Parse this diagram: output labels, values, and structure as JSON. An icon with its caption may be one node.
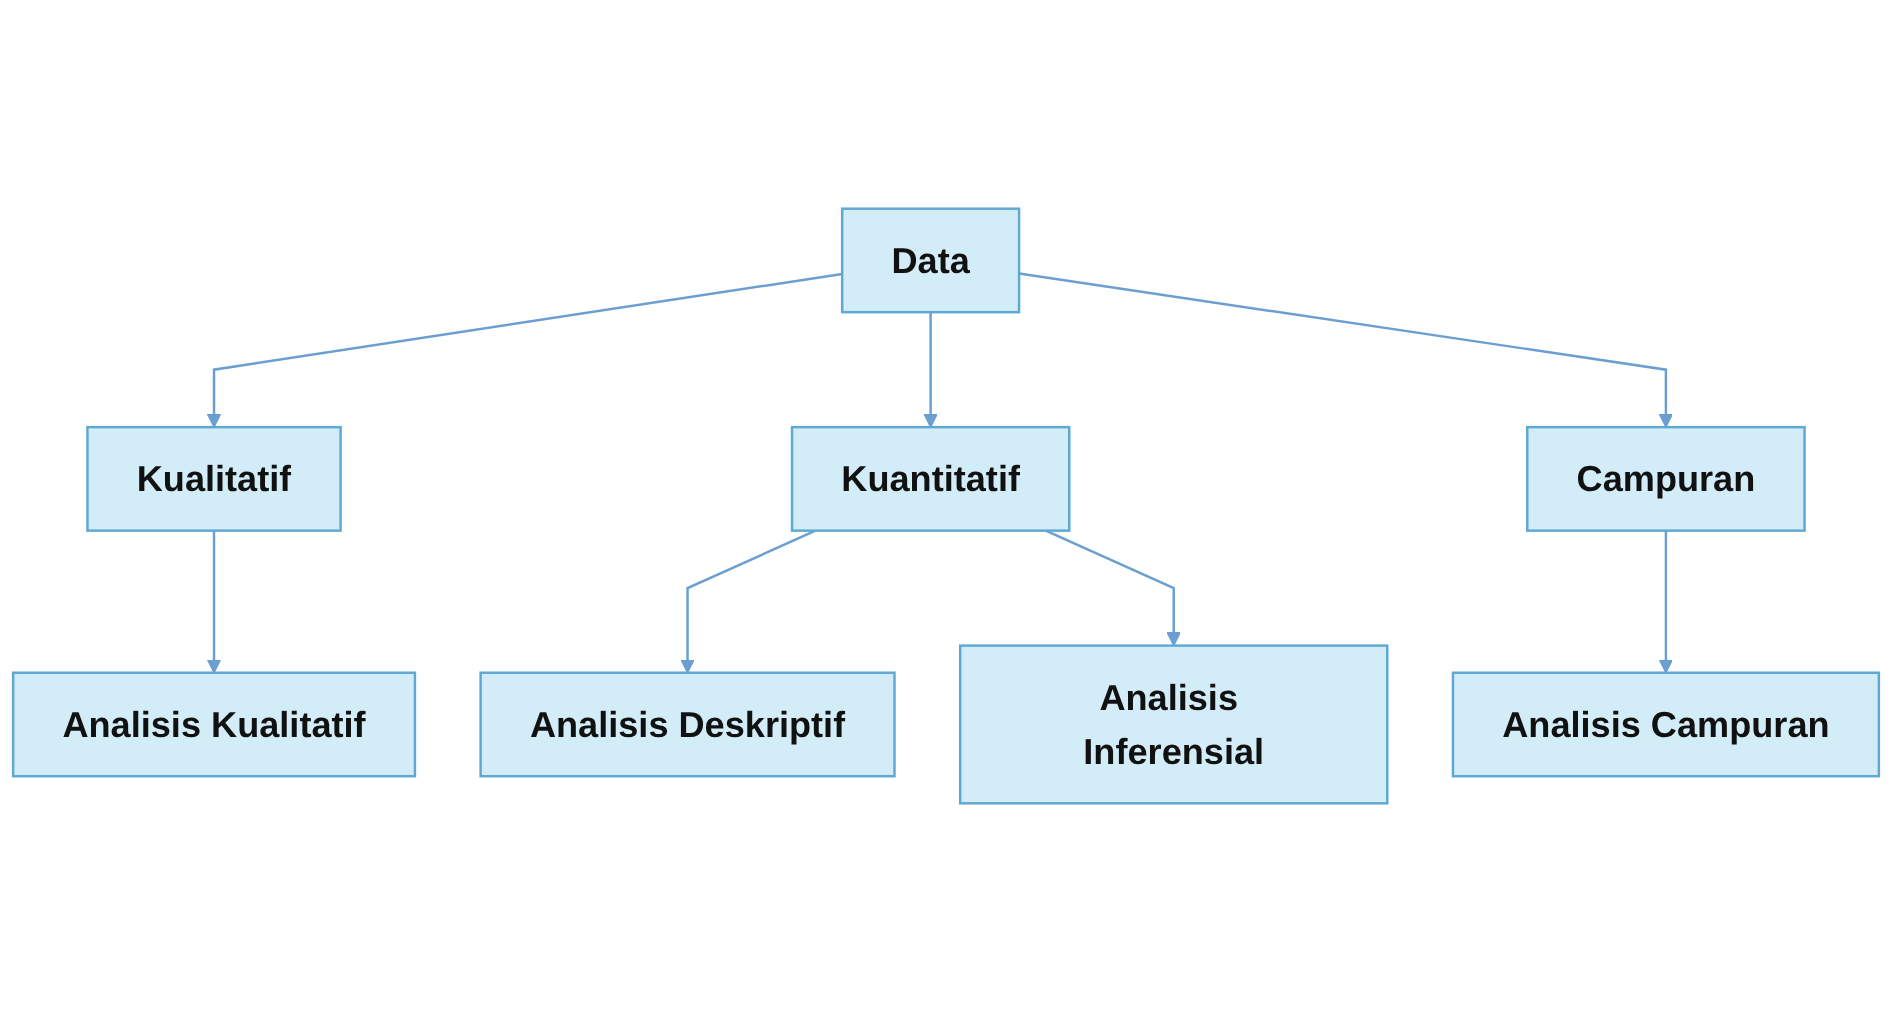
{
  "diagram": {
    "nodes": [
      {
        "text": [
          "Data"
        ]
      },
      {
        "text": [
          "Kualitatif"
        ]
      },
      {
        "text": [
          "Kuantitatif"
        ]
      },
      {
        "text": [
          "Campuran"
        ]
      },
      {
        "text": [
          "Analisis Kualitatif"
        ]
      },
      {
        "text": [
          "Analisis Deskriptif"
        ]
      },
      {
        "text": [
          "Analisis Inferensial"
        ]
      },
      {
        "text": [
          "Analisis Campuran"
        ]
      }
    ],
    "edges": [
      {
        "from": 0,
        "to": 1,
        "arrow": "to"
      },
      {
        "from": 0,
        "to": 2,
        "arrow": "to"
      },
      {
        "from": 0,
        "to": 3,
        "arrow": "to"
      },
      {
        "from": 1,
        "to": 4,
        "arrow": "to"
      },
      {
        "from": 2,
        "to": 5,
        "arrow": "to"
      },
      {
        "from": 2,
        "to": 6,
        "arrow": "to"
      },
      {
        "from": 3,
        "to": 7,
        "arrow": "to"
      }
    ]
  }
}
